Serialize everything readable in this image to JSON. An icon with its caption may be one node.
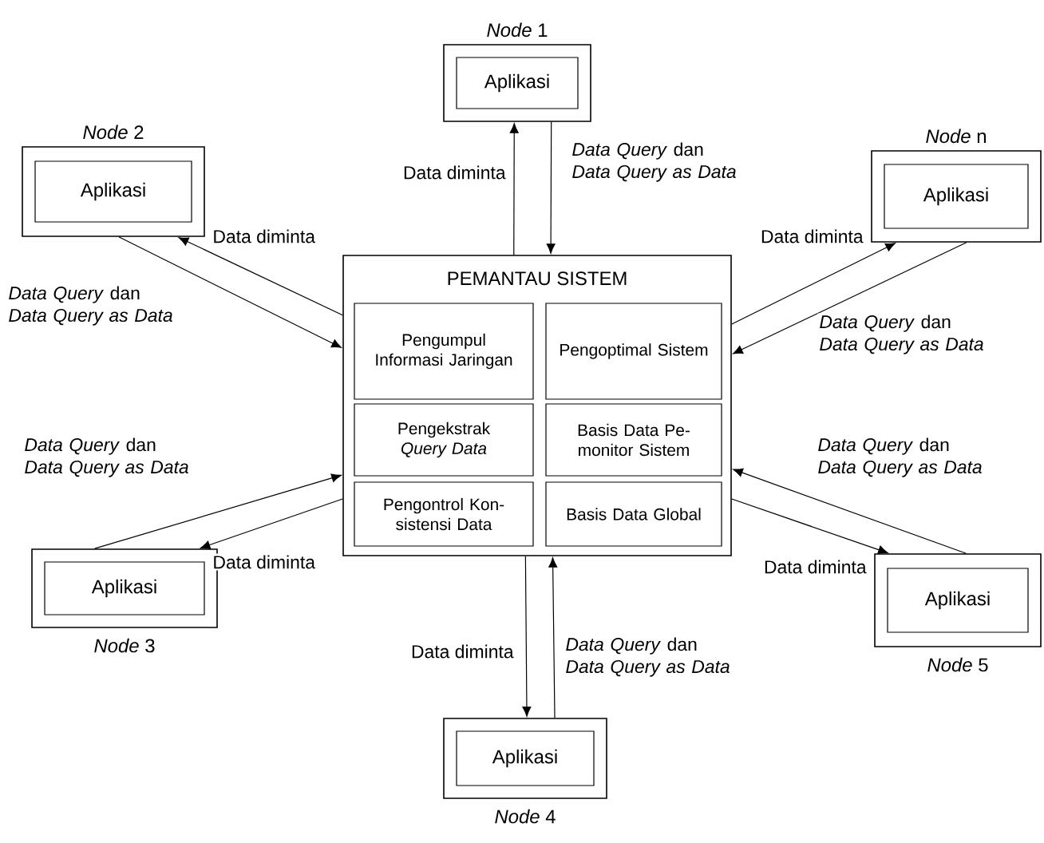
{
  "diagram": {
    "nodes": [
      {
        "text": [
          "*Node* 1"
        ]
      },
      {
        "text": [
          "Aplikasi"
        ],
        "in": 0
      },
      {
        "text": [
          "*Node* 2"
        ]
      },
      {
        "text": [
          "Aplikasi"
        ],
        "in": 2
      },
      {
        "text": [
          "*Node* n"
        ]
      },
      {
        "text": [
          "Aplikasi"
        ],
        "in": 4
      },
      {
        "text": [
          "PEMANTAU SISTEM"
        ]
      },
      {
        "text": [
          "Pengumpul Informasi Jaringan"
        ],
        "in": 6
      },
      {
        "text": [
          "Pengoptimal Sistem"
        ],
        "in": 6
      },
      {
        "text": [
          "Pengekstrak *Query Data*"
        ],
        "in": 6
      },
      {
        "text": [
          "Basis Data Pe-monitor Sistem"
        ],
        "in": 6
      },
      {
        "text": [
          "Pengontrol Kon-sistensi Data"
        ],
        "in": 6
      },
      {
        "text": [
          "Basis Data Global"
        ],
        "in": 6
      },
      {
        "text": [
          "*Node* 3"
        ]
      },
      {
        "text": [
          "Aplikasi"
        ],
        "in": 13
      },
      {
        "text": [
          "*Node* 5"
        ]
      },
      {
        "text": [
          "Aplikasi"
        ],
        "in": 15
      },
      {
        "text": [
          "*Node* 4"
        ]
      },
      {
        "text": [
          "Aplikasi"
        ],
        "in": 17
      }
    ],
    "edges": [
      {
        "from": 6,
        "to": 0,
        "arrow": "to",
        "label": "Data diminta"
      },
      {
        "from": 0,
        "to": 6,
        "arrow": "to",
        "label": "*Data Query* dan *Data Query as Data*"
      },
      {
        "from": 6,
        "to": 2,
        "arrow": "to",
        "label": "Data diminta"
      },
      {
        "from": 2,
        "to": 6,
        "arrow": "to",
        "label": "*Data Query* dan *Data Query as Data*"
      },
      {
        "from": 6,
        "to": 4,
        "arrow": "to",
        "label": "Data diminta"
      },
      {
        "from": 4,
        "to": 6,
        "arrow": "to",
        "label": "*Data Query* dan *Data Query as Data*"
      },
      {
        "from": 13,
        "to": 6,
        "arrow": "to",
        "label": "*Data Query* dan *Data Query as Data*"
      },
      {
        "from": 6,
        "to": 13,
        "arrow": "to",
        "label": "Data diminta"
      },
      {
        "from": 15,
        "to": 6,
        "arrow": "to",
        "label": "*Data Query* dan *Data Query as Data*"
      },
      {
        "from": 6,
        "to": 15,
        "arrow": "to",
        "label": "Data diminta"
      },
      {
        "from": 6,
        "to": 17,
        "arrow": "to",
        "label": "Data diminta"
      },
      {
        "from": 17,
        "to": 6,
        "arrow": "to",
        "label": "*Data Query* dan *Data Query as Data*"
      }
    ]
  }
}
